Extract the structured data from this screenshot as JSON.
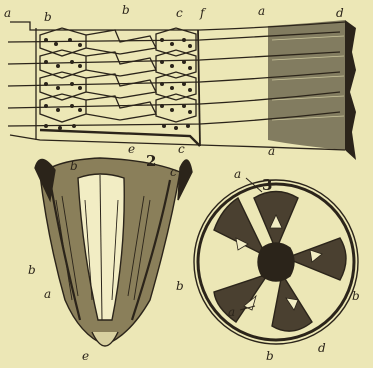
{
  "figure1": {
    "labels": {
      "a_top_left": "a",
      "b_left": "b",
      "b_center": "b",
      "c_top": "c",
      "f_top": "f",
      "a_top_right": "a",
      "d_top_right": "d",
      "e_bottom": "e",
      "c_bottom": "c",
      "a_bottom": "a"
    }
  },
  "figure2": {
    "number": "2",
    "labels": {
      "b_top": "b",
      "c_top": "c",
      "b_left": "b",
      "a_left": "a",
      "b_right": "b",
      "e_bottom": "e"
    }
  },
  "figure3": {
    "number": "3",
    "labels": {
      "a_top": "a",
      "a_left": "a",
      "b_right": "b",
      "b_bottom": "b",
      "d_bottom": "d"
    }
  },
  "colors": {
    "paper": "#ece7b6",
    "ink": "#2b241a"
  }
}
